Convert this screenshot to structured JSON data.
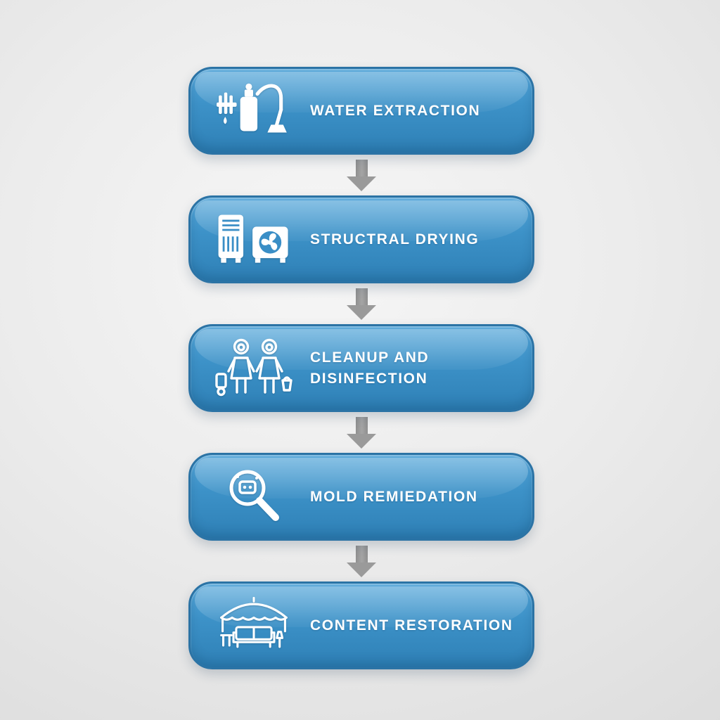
{
  "flowchart": {
    "steps": [
      {
        "label": "WATER EXTRACTION",
        "icon": "water-extraction-icon"
      },
      {
        "label": "STRUCTRAL DRYING",
        "icon": "structural-drying-icon"
      },
      {
        "label": "CLEANUP AND DISINFECTION",
        "icon": "cleanup-disinfection-icon"
      },
      {
        "label": "MOLD REMIEDATION",
        "icon": "mold-remediation-icon"
      },
      {
        "label": "CONTENT RESTORATION",
        "icon": "content-restoration-icon"
      }
    ],
    "colors": {
      "box_gradient_top": "#55a7da",
      "box_gradient_bottom": "#2e80b6",
      "box_border": "#2b73a5",
      "arrow": "#9a9a9a",
      "text": "#ffffff",
      "background": "#ececec"
    }
  }
}
